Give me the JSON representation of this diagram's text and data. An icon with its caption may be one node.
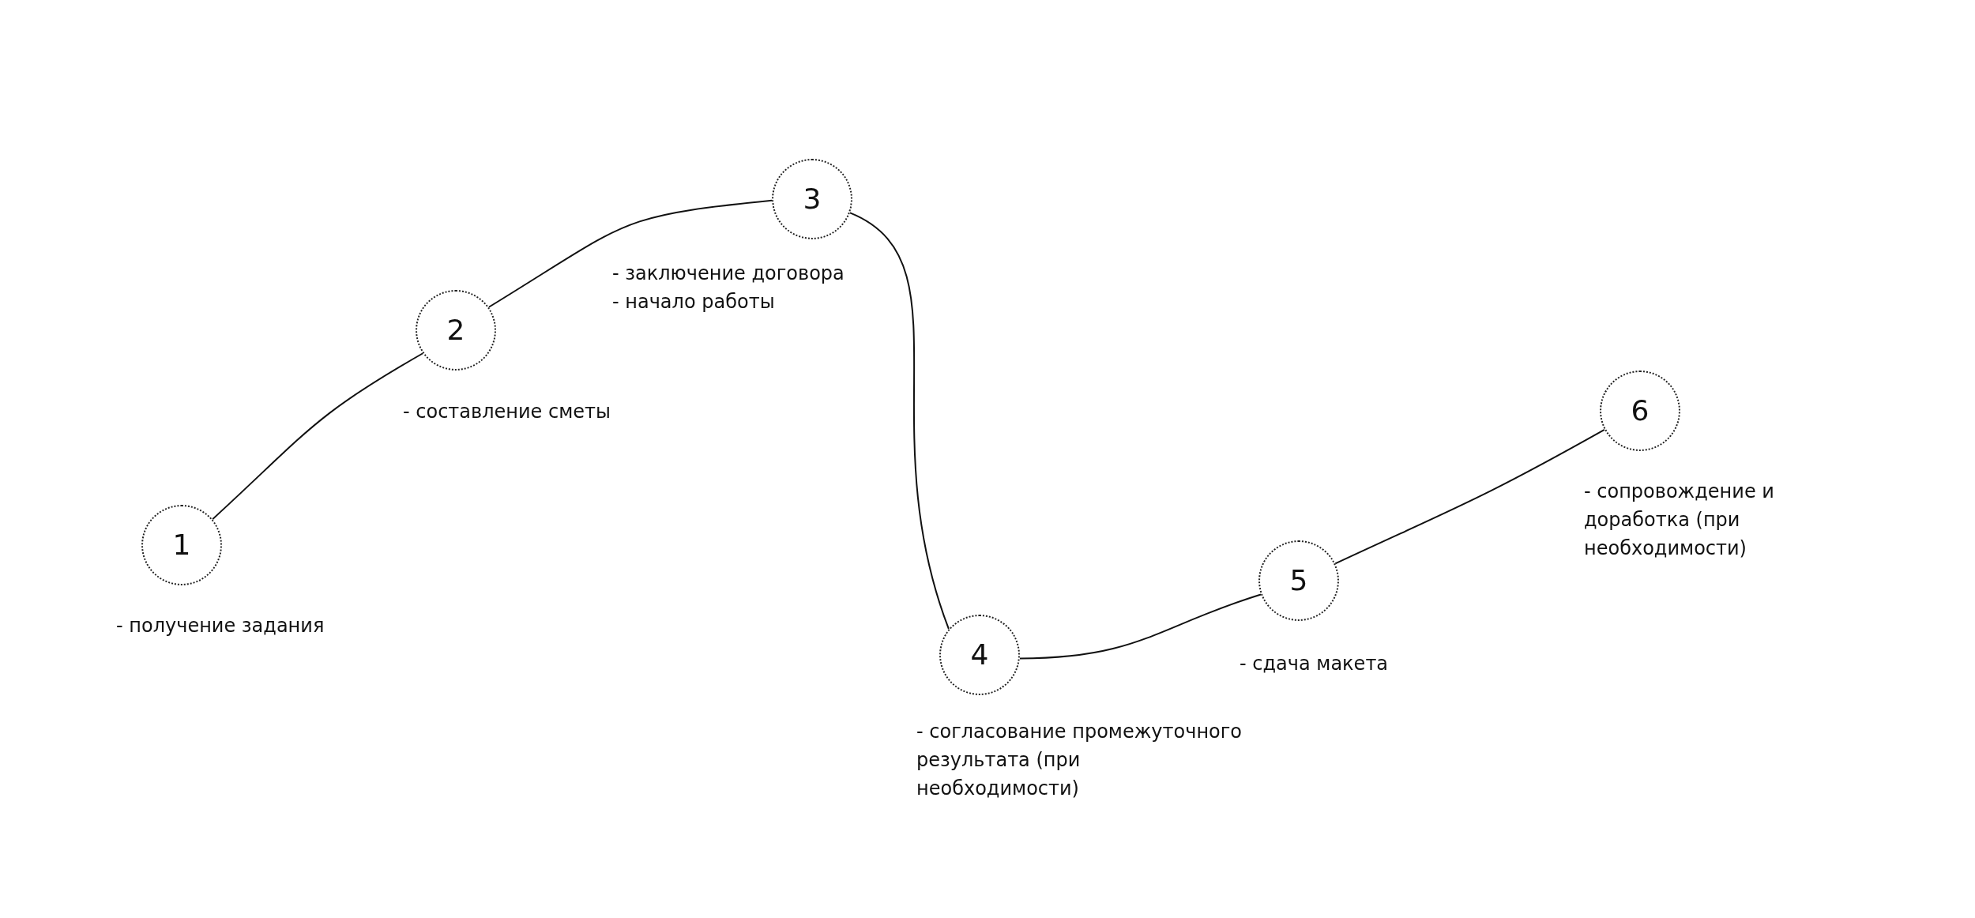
{
  "diagram": {
    "nodes": [
      {
        "text": [
          "1"
        ],
        "beside": [
          "- получение задания"
        ]
      },
      {
        "text": [
          "2"
        ],
        "beside": [
          "- составление сметы"
        ]
      },
      {
        "text": [
          "3"
        ],
        "beside": [
          "- заключение договора",
          "- начало работы"
        ]
      },
      {
        "text": [
          "4"
        ],
        "beside": [
          "- согласование промежуточного результата (при необходимости)"
        ]
      },
      {
        "text": [
          "5"
        ],
        "beside": [
          "- сдача макета"
        ]
      },
      {
        "text": [
          "6"
        ],
        "beside": [
          "- сопровождение и доработка (при необходимости)"
        ]
      }
    ],
    "edges": [
      {
        "from": 0,
        "to": 1,
        "arrow": "none"
      },
      {
        "from": 1,
        "to": 2,
        "arrow": "none"
      },
      {
        "from": 2,
        "to": 3,
        "arrow": "none"
      },
      {
        "from": 3,
        "to": 4,
        "arrow": "none"
      },
      {
        "from": 4,
        "to": 5,
        "arrow": "none"
      }
    ]
  }
}
